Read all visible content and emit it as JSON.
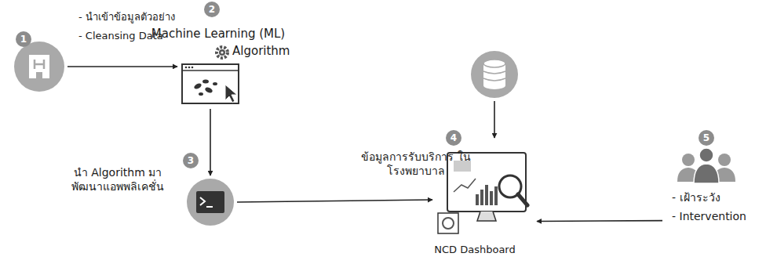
{
  "diagram": {
    "nodes": [
      {
        "text": [
          "1",
          "- นำเข้าข้อมูลตัวอย่าง",
          "- Cleansing Data"
        ]
      },
      {
        "text": [
          "2",
          "Machine Learning (ML)",
          "Algorithm"
        ]
      },
      {
        "text": [
          "3",
          "นำ Algorithm มาพัฒนาแอพพลิเคชั่น"
        ]
      },
      {
        "text": [
          "4",
          "ข้อมูลการรับบริการ ในโรงพยาบาล"
        ]
      },
      {
        "text": [
          "NCD Dashboard"
        ]
      },
      {
        "text": [
          "5",
          "- เฝ้าระวัง",
          "- Intervention"
        ]
      }
    ],
    "edges": [
      {
        "from": 0,
        "to": 1,
        "arrow": "to"
      },
      {
        "from": 1,
        "to": 2,
        "arrow": "to"
      },
      {
        "from": 2,
        "to": 4,
        "arrow": "to"
      },
      {
        "from": 3,
        "to": 4,
        "arrow": "to"
      },
      {
        "from": 5,
        "to": 4,
        "arrow": "to"
      }
    ]
  }
}
